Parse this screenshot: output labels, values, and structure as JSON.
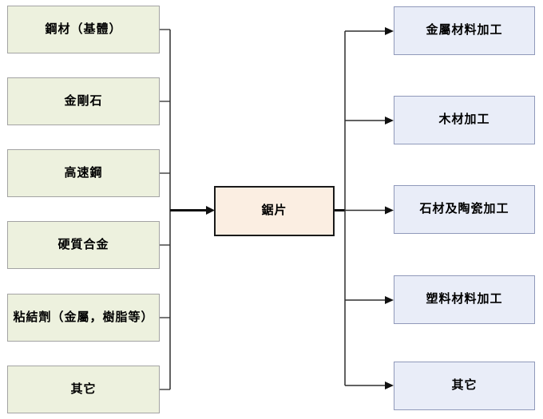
{
  "diagram": {
    "title": "saw-blade materials and applications flow diagram",
    "center": {
      "label": "鋸片"
    },
    "inputs": [
      {
        "label": "鋼材（基體）"
      },
      {
        "label": "金剛石"
      },
      {
        "label": "高速鋼"
      },
      {
        "label": "硬質合金"
      },
      {
        "label": "粘結劑（金屬，樹脂等）"
      },
      {
        "label": "其它"
      }
    ],
    "outputs": [
      {
        "label": "金屬材料加工"
      },
      {
        "label": "木材加工"
      },
      {
        "label": "石材及陶瓷加工"
      },
      {
        "label": "塑料材料加工"
      },
      {
        "label": "其它"
      }
    ],
    "colors": {
      "input_fill": "#edf1de",
      "input_border": "#a3a3a3",
      "output_fill": "#e9edf8",
      "output_border": "#9099ba",
      "center_fill": "#fbeee2",
      "center_border": "#1a1a1a",
      "connector": "#2e2e2e",
      "arrowhead": "#111111"
    }
  }
}
